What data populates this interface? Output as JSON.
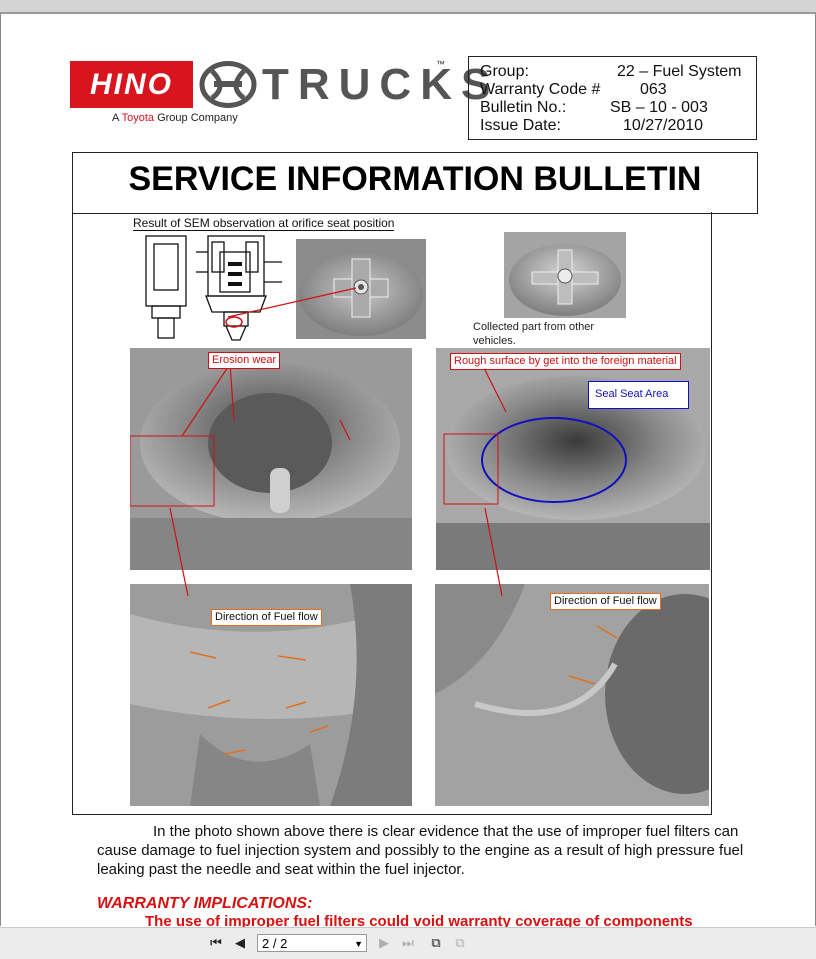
{
  "logo": {
    "hino": "HINO",
    "trucks": "TRUCKS",
    "tm": "™",
    "sub_prefix": "A ",
    "sub_toyota": "Toyota",
    "sub_suffix": " Group Company"
  },
  "info": {
    "group_label": "Group:",
    "group_value": "22 – Fuel System",
    "warranty_label": "Warranty Code #",
    "warranty_value": "063",
    "bulletin_label": "Bulletin No.:",
    "bulletin_value": "SB – 10 - 003",
    "issue_label": "Issue Date:",
    "issue_value": "10/27/2010"
  },
  "title": "SERVICE INFORMATION BULLETIN",
  "figure": {
    "sem_title": "Result of SEM observation at orifice seat position",
    "caption_other": "Collected part from other vehicles.",
    "callout_erosion": "Erosion wear",
    "callout_rough": "Rough surface by get into the foreign material",
    "callout_seal": "Seal Seat Area",
    "callout_flow_left": "Direction of Fuel flow",
    "callout_flow_right": "Direction of Fuel flow"
  },
  "body_text": "In the photo shown above there is clear evidence that the use of improper fuel filters can cause damage to fuel injection system and possibly to the engine as a result of high pressure fuel leaking past the needle and seat within the fuel injector.",
  "warranty": {
    "heading": "WARRANTY IMPLICATIONS:",
    "text": "The use of improper fuel filters could void warranty coverage of components"
  },
  "toolbar": {
    "page_indicator": "2 / 2",
    "icons": [
      "first-page-icon",
      "prev-page-icon",
      "next-page-icon",
      "last-page-icon",
      "fit-page-icon",
      "fit-width-icon"
    ]
  },
  "colors": {
    "hino_red": "#d8141e",
    "callout_red": "#d01010",
    "callout_blue": "#1010c0",
    "arrow_orange": "#e07020"
  }
}
